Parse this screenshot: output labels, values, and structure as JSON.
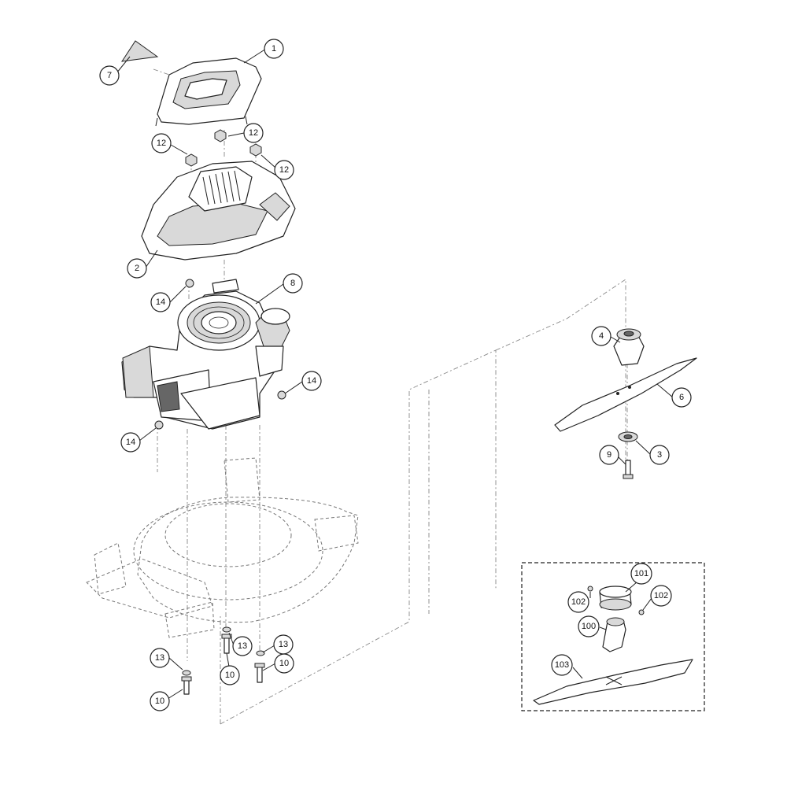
{
  "callouts": {
    "c1": "1",
    "c7": "7",
    "c12a": "12",
    "c12b": "12",
    "c12c": "12",
    "c2": "2",
    "c14a": "14",
    "c8": "8",
    "c14b": "14",
    "c14c": "14",
    "c4": "4",
    "c6": "6",
    "c9": "9",
    "c3": "3",
    "c13a": "13",
    "c13b": "13",
    "c13c": "13",
    "c10a": "10",
    "c10b": "10",
    "c10c": "10",
    "c101": "101",
    "c102a": "102",
    "c102b": "102",
    "c100": "100",
    "c103": "103"
  }
}
